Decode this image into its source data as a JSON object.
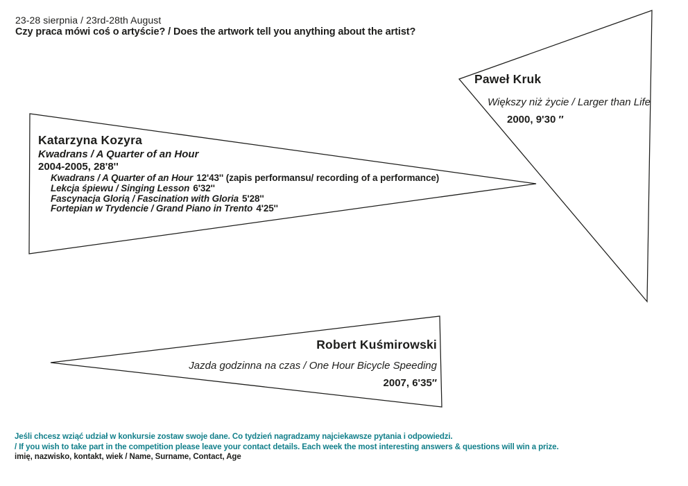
{
  "header": {
    "dates": "23-28 sierpnia / 23rd-28th August",
    "question": "Czy praca mówi coś o artyście? / Does the artwork tell you anything about the artist?"
  },
  "artists": {
    "kozyra": {
      "name": "Katarzyna Kozyra",
      "work_title": "Kwadrans / A Quarter of an Hour",
      "work_date": "2004-2005, 28'8''",
      "parts": [
        {
          "title": "Kwadrans / A Quarter of an Hour",
          "details": "12'43'' (zapis performansu/ recording of a performance)"
        },
        {
          "title": "Lekcja śpiewu / Singing Lesson",
          "details": "6'32''"
        },
        {
          "title": "Fascynacja Glorią / Fascination with Gloria",
          "details": "5'28''"
        },
        {
          "title": "Fortepian w Trydencie / Grand Piano in Trento",
          "details": "4'25''"
        }
      ]
    },
    "kruk": {
      "name": "Paweł Kruk",
      "work_title": "Większy niż życie / Larger than Life",
      "work_date": "2000, 9'30 ″"
    },
    "kusmirowski": {
      "name": "Robert Kuśmirowski",
      "work_title": "Jazda godzinna na czas / One Hour Bicycle Speeding",
      "work_date": "2007, 6'35″"
    }
  },
  "footer": {
    "line_pl": "Jeśli chcesz wziąć udział w konkursie zostaw swoje dane. Co tydzień nagradzamy najciekawsze pytania i odpowiedzi.",
    "line_en": "/ If you wish to take part in the competition please leave your contact details. Each week the most interesting answers & questions will win a prize.",
    "line_fields": "imię, nazwisko, kontakt, wiek / Name, Surname, Contact, Age"
  },
  "colors": {
    "ink": "#1d1d1b",
    "teal": "#117f8a",
    "background": "#ffffff"
  }
}
